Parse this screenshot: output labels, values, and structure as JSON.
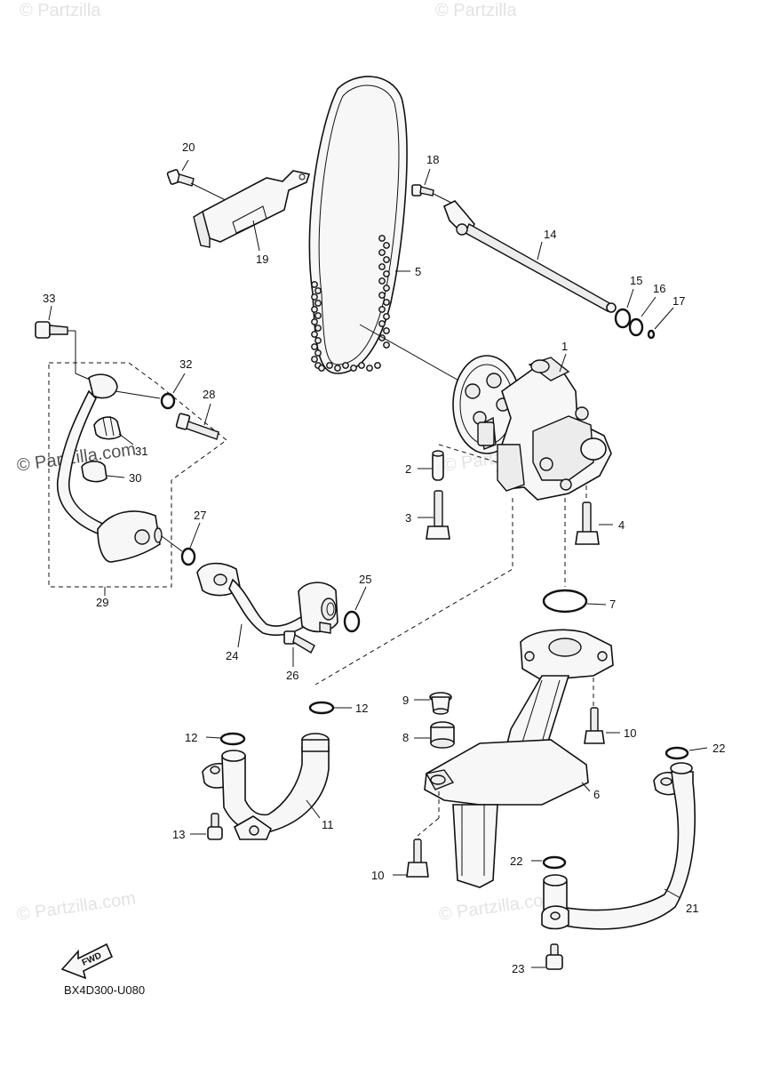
{
  "watermarks": {
    "text": "© Partzilla.com",
    "top_left": "© Partzilla",
    "top_center": "© Partzilla"
  },
  "diagram_code": "BX4D300-U080",
  "fwd_label": "FWD",
  "callouts": {
    "c1": "1",
    "c2": "2",
    "c3": "3",
    "c4": "4",
    "c5": "5",
    "c6": "6",
    "c7": "7",
    "c8": "8",
    "c9": "9",
    "c10a": "10",
    "c10b": "10",
    "c11": "11",
    "c12a": "12",
    "c12b": "12",
    "c13": "13",
    "c14": "14",
    "c15": "15",
    "c16": "16",
    "c17": "17",
    "c18": "18",
    "c19": "19",
    "c20": "20",
    "c21": "21",
    "c22a": "22",
    "c22b": "22",
    "c23": "23",
    "c24": "24",
    "c25": "25",
    "c26": "26",
    "c27": "27",
    "c28": "28",
    "c29": "29",
    "c30": "30",
    "c31": "31",
    "c32": "32",
    "c33": "33"
  },
  "colors": {
    "line": "#111111",
    "watermark": "#e3e3e3"
  }
}
